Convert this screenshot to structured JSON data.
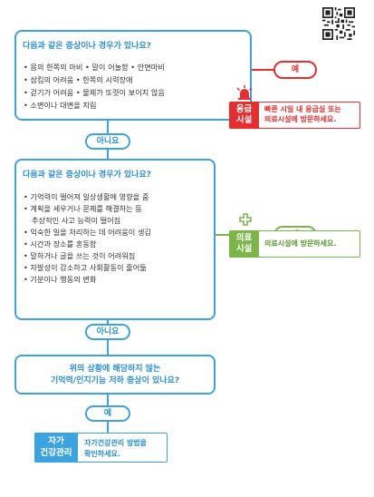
{
  "question1": {
    "title": "다음과 같은 증상이나 경우가 있나요?",
    "items": [
      "• 몸의 한쪽의 마비  • 말이 어눌함  • 안면마비",
      "• 삼킴의 어려움  • 한쪽의 시력장애",
      "• 걷기가 어려움  • 물체가 또렷이 보이지 않음",
      "• 소변이나 대변을 지림"
    ]
  },
  "question2": {
    "title": "다음과 같은 증상이나 경우가 있나요?",
    "items": [
      "• 기억력이 떨어져 일상생활에 영향을 줌",
      "• 계획을 세우거나 문제를 해결하는 등",
      "추상적인 사고 능력이 떨어짐",
      "• 익숙한 일을 처리하는 데 어려움이 생김",
      "• 시간과 장소를 혼동함",
      "• 말하거나 글을 쓰는 것이 어려워짐",
      "• 자발성이 감소하고 사회활동이 줄어듦",
      "• 기분이나 행동의 변화"
    ]
  },
  "question3": {
    "line1": "위의 상황에 해당하지 않는",
    "line2": "기억력/인지기능 저하 증상이 있나요?"
  },
  "connectors": {
    "yes": "예",
    "no": "아니요"
  },
  "results": {
    "emergency": {
      "label_line1": "응급",
      "label_line2": "시설",
      "text_line1": "빠른 시일 내 응급실 또는",
      "text_line2": "의료시설에 방문하세요."
    },
    "medical": {
      "label_line1": "의료",
      "label_line2": "시설",
      "text_line1": "의료시설에 방문하세요."
    },
    "selfcare": {
      "label_line1": "자가",
      "label_line2": "건강관리",
      "text_line1": "자가건강관리 방법을",
      "text_line2": "확인하세요."
    }
  },
  "colors": {
    "blue": "#3ba3e0",
    "red": "#e62e2e",
    "green": "#7ab648",
    "selfcare_bg": "#3ba3e0",
    "emergency_fill": "#e62e2e",
    "medical_fill": "#7ab648"
  },
  "icons": [
    "qr-code-icon",
    "siren-icon",
    "medical-cross-icon"
  ]
}
